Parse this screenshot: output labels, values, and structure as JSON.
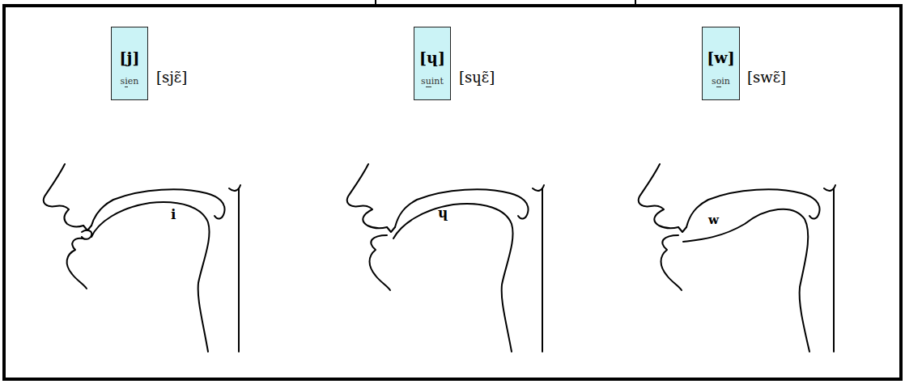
{
  "diagram": {
    "nodes": [
      {
        "text": [
          "[j]",
          "sien"
        ]
      },
      {
        "text": [
          "[ɥ]",
          "suint"
        ]
      },
      {
        "text": [
          "[w]",
          "soin"
        ]
      }
    ],
    "labels": [
      "[sjɛ̃]",
      "[sɥɛ̃]",
      "[swɛ̃]",
      "i",
      "ɥ",
      "w"
    ]
  }
}
